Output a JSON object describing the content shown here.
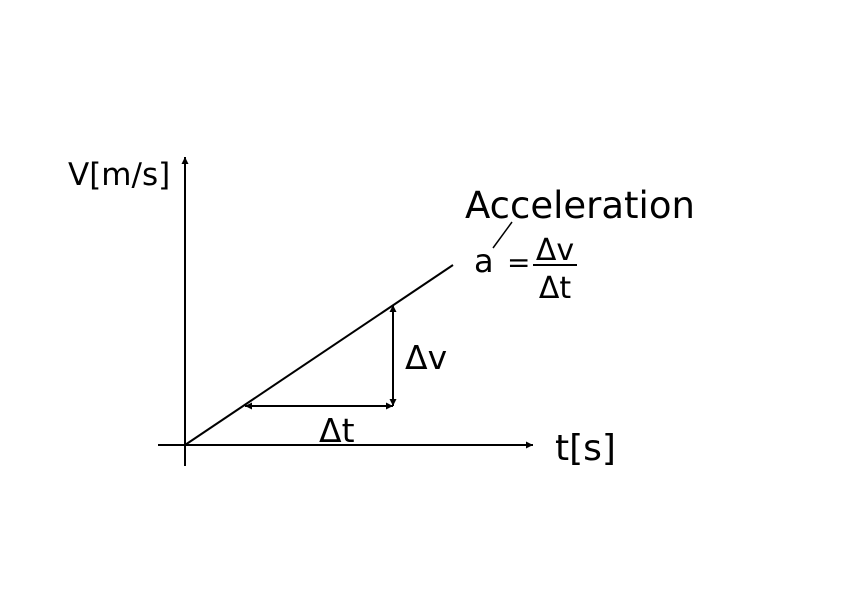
{
  "diagram": {
    "y_axis_label": "V[m/s]",
    "x_axis_label": "t[s]",
    "delta_v_label": "Δv",
    "delta_t_label": "Δt",
    "annotation_title": "Acceleration",
    "formula": {
      "lhs": "a",
      "equals": "=",
      "numerator": "Δv",
      "denominator": "Δt"
    },
    "line_color": "#000000",
    "background": "#ffffff"
  }
}
